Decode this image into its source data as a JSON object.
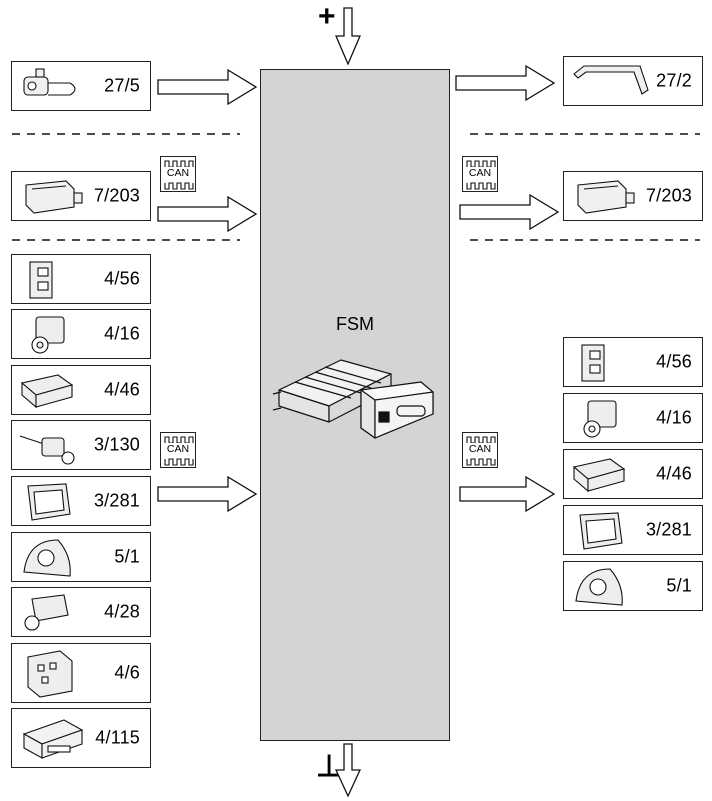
{
  "power": {
    "plus": "+",
    "ground": "⊥"
  },
  "fsm": {
    "label": "FSM"
  },
  "can_label": "CAN",
  "left_inputs": [
    {
      "id": "27/5",
      "label": "27/5",
      "icon": "switch-sensor-icon"
    },
    {
      "id": "7/203",
      "label": "7/203",
      "icon": "control-module-icon"
    }
  ],
  "left_can_group": [
    {
      "id": "4/56",
      "label": "4/56",
      "icon": "module-icon"
    },
    {
      "id": "4/16",
      "label": "4/16",
      "icon": "sensor-unit-icon"
    },
    {
      "id": "4/46",
      "label": "4/46",
      "icon": "ecu-icon"
    },
    {
      "id": "3/130",
      "label": "3/130",
      "icon": "steering-switch-icon"
    },
    {
      "id": "3/281",
      "label": "3/281",
      "icon": "display-unit-icon"
    },
    {
      "id": "5/1",
      "label": "5/1",
      "icon": "instrument-cluster-icon"
    },
    {
      "id": "4/28",
      "label": "4/28",
      "icon": "actuator-icon"
    },
    {
      "id": "4/6",
      "label": "4/6",
      "icon": "relay-box-icon"
    },
    {
      "id": "4/115",
      "label": "4/115",
      "icon": "ecu-box-icon"
    }
  ],
  "right_outputs": [
    {
      "id": "27/2",
      "label": "27/2",
      "icon": "trim-strip-icon"
    },
    {
      "id": "7/203",
      "label": "7/203",
      "icon": "control-module-icon"
    }
  ],
  "right_can_group": [
    {
      "id": "4/56",
      "label": "4/56",
      "icon": "module-icon"
    },
    {
      "id": "4/16",
      "label": "4/16",
      "icon": "sensor-unit-icon"
    },
    {
      "id": "4/46",
      "label": "4/46",
      "icon": "ecu-icon"
    },
    {
      "id": "3/281",
      "label": "3/281",
      "icon": "display-unit-icon"
    },
    {
      "id": "5/1",
      "label": "5/1",
      "icon": "instrument-cluster-icon"
    }
  ]
}
